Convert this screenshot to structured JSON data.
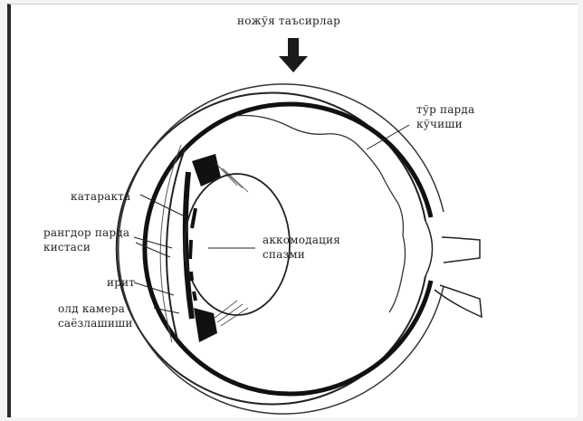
{
  "diagram": {
    "labels": {
      "top_stimulus": "ножўя таъсирлар",
      "retina_tear_1": "тўр парда",
      "retina_tear_2": "кўчиши",
      "cataract": "катаракта",
      "iris_cyst_1": "рангдор парда",
      "iris_cyst_2": "кистаси",
      "iritis": "ирит",
      "anterior_chamber_1": "олд камера",
      "anterior_chamber_2": "саёзлашиши",
      "accommodation_1": "аккомодация",
      "accommodation_2": "спазми"
    }
  }
}
